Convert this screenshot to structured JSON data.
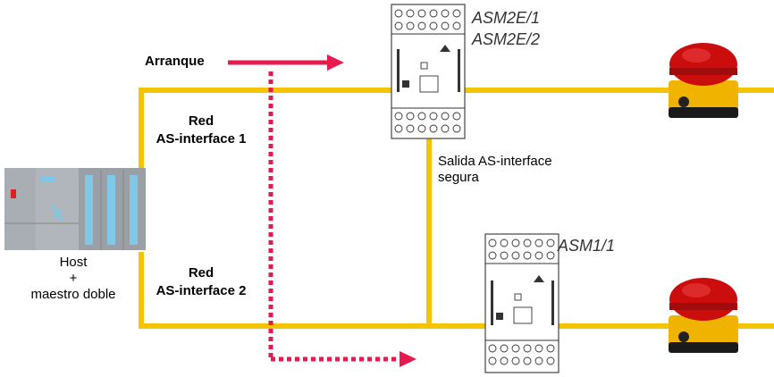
{
  "labels": {
    "start": "Arranque",
    "net1_line1": "Red",
    "net1_line2": "AS-interface 1",
    "net2_line1": "Red",
    "net2_line2": "AS-interface 2",
    "host_line1": "Host",
    "host_line2": "+",
    "host_line3": "maestro doble",
    "module_top_line1": "ASM2E/1",
    "module_top_line2": "ASM2E/2",
    "module_bottom": "ASM1/1",
    "safe_output_line1": "Salida AS-interface",
    "safe_output_line2": "segura"
  },
  "colors": {
    "bus": "#f5c400",
    "signal": "#e8194f",
    "button_red": "#cc0d0d",
    "button_housing": "#f0b400",
    "plc_body": "#9aa0a6",
    "plc_stripes": "#7fc8e8"
  },
  "icons": [
    "plc-host-icon",
    "safety-module-icon",
    "emergency-stop-button-icon",
    "arrow-right-icon"
  ]
}
